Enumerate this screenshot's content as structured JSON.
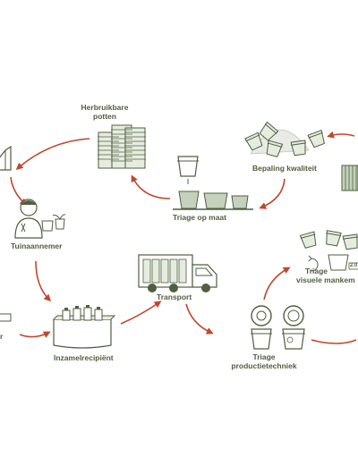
{
  "colors": {
    "arrow": "#c0482f",
    "outline": "#4f5f3f",
    "fill_light": "#e6ede0",
    "fill_mid": "#c5d1bc",
    "fill_dark": "#8ea27f",
    "soil": "#b78b68"
  },
  "labels": {
    "herbruikbare_line1": "Herbruikbare",
    "herbruikbare_line2": "potten",
    "bepaling_kwaliteit": "Bepaling kwaliteit",
    "triage_op_maat": "Triage op maat",
    "tuinaannemer": "Tuinaannemer",
    "transport": "Transport",
    "inzamelrecipient": "Inzamelrecipiënt",
    "triage_visueel_line1": "Triage",
    "triage_visueel_line2": "visuele mankem",
    "triage_productie_line1": "Triage",
    "triage_productie_line2": "productietechniek",
    "left_partial": "r",
    "size_tag": "2.0"
  },
  "icons": [
    "house-icon",
    "stacked-pots-icon",
    "broken-pots-pile-icon",
    "single-pot-icon",
    "sorted-pots-icon",
    "gardener-icon",
    "truck-icon",
    "collection-bin-icon",
    "recycle-icon",
    "pot-inspection-icon",
    "stacked-trays-icon"
  ]
}
